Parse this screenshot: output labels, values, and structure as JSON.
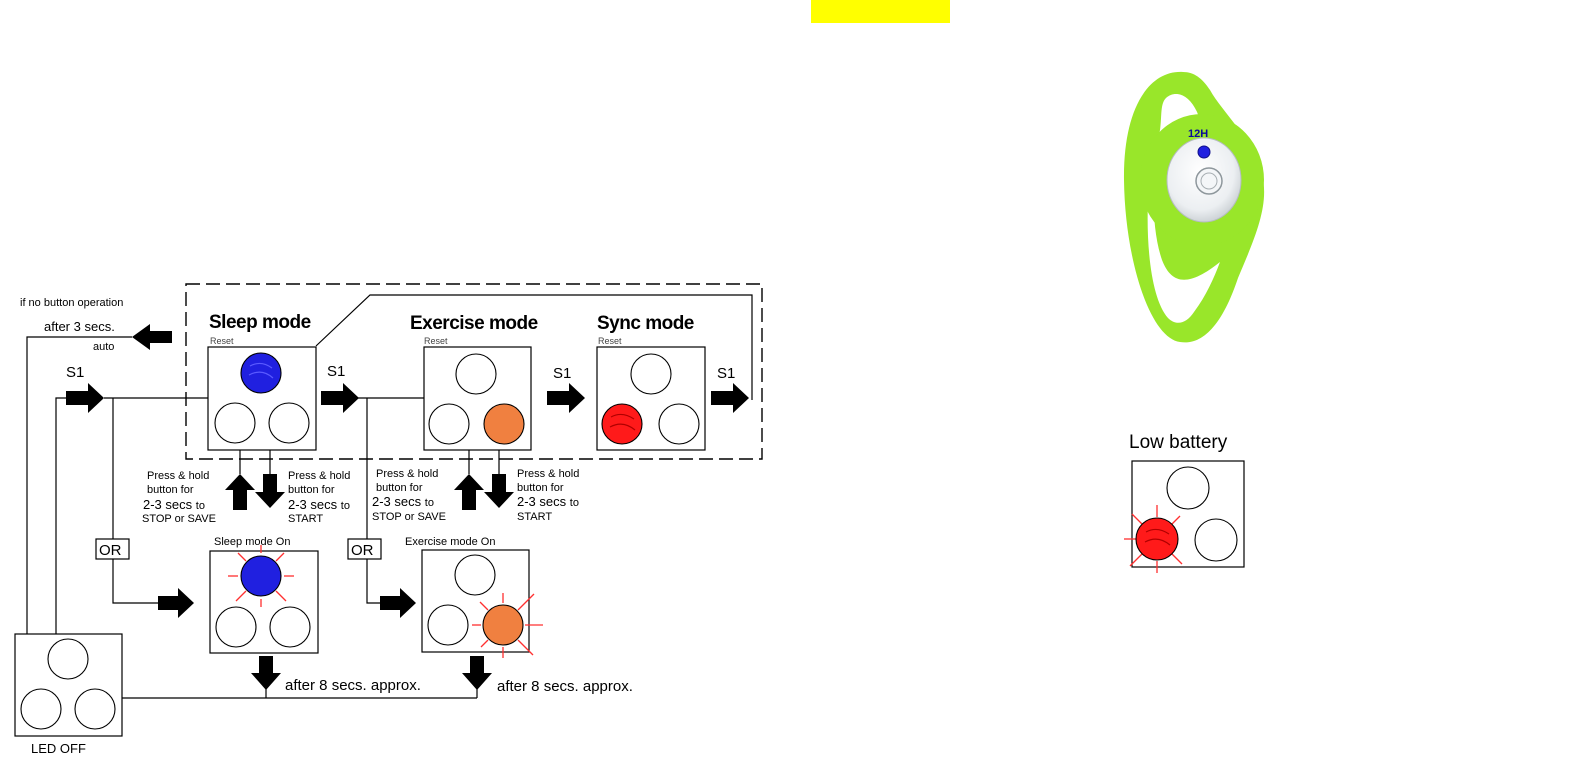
{
  "modes": {
    "sleep": {
      "title": "Sleep mode",
      "reset": "Reset"
    },
    "exercise": {
      "title": "Exercise mode",
      "reset": "Reset"
    },
    "sync": {
      "title": "Sync mode",
      "reset": "Reset"
    }
  },
  "transitions": {
    "s1": "S1",
    "no_button_line1": "if no button operation",
    "no_button_line2": "after 3 secs.",
    "no_button_line3": "auto",
    "or": "OR",
    "after_8": "after 8 secs. approx."
  },
  "press_hold": {
    "line1": "Press & hold",
    "line2": "button for",
    "line3_big": "2-3 secs",
    "line3_small": "to",
    "stop": "STOP or SAVE",
    "start": "START"
  },
  "states": {
    "sleep_on": "Sleep mode On",
    "exercise_on": "Exercise mode On",
    "led_off": "LED OFF",
    "low_battery": "Low battery"
  },
  "device": {
    "label": "12H"
  },
  "colors": {
    "blue": "#2020e0",
    "orange": "#f08040",
    "red": "#ff1a1a",
    "band": "#99e62a",
    "highlight": "#ffff00"
  }
}
